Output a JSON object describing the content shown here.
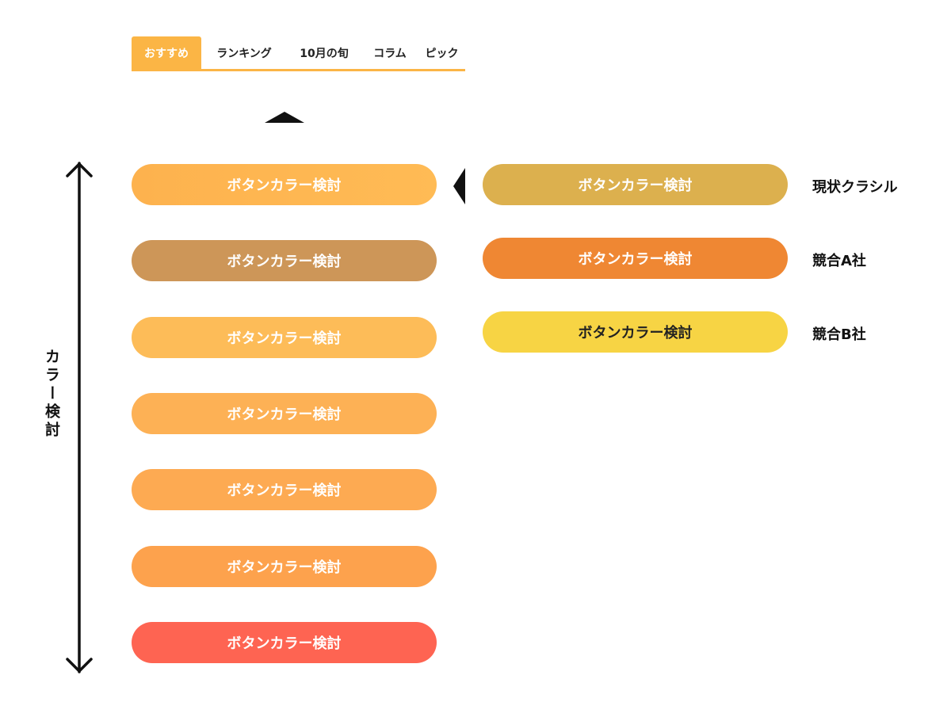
{
  "nav": {
    "tabs": [
      {
        "label": "おすすめ",
        "active": true
      },
      {
        "label": "ランキング",
        "active": false
      },
      {
        "label": "10月の旬",
        "active": false
      },
      {
        "label": "コラム",
        "active": false
      },
      {
        "label": "ピック",
        "active": false
      }
    ],
    "accent_color": "#FBB545"
  },
  "axis_label": "カラー検討",
  "candidates": [
    {
      "label": "ボタンカラー検討",
      "color": "#FDB24E",
      "color_to": "#FFBB55"
    },
    {
      "label": "ボタンカラー検討",
      "color": "#CD9658"
    },
    {
      "label": "ボタンカラー検討",
      "color": "#FDBC58"
    },
    {
      "label": "ボタンカラー検討",
      "color": "#FDB155"
    },
    {
      "label": "ボタンカラー検討",
      "color": "#FDAA52"
    },
    {
      "label": "ボタンカラー検討",
      "color": "#FDA24D"
    },
    {
      "label": "ボタンカラー検討",
      "color": "#FE6452"
    }
  ],
  "references": [
    {
      "label": "ボタンカラー検討",
      "color": "#DCB04E",
      "text_color": "#ffffff",
      "name": "現状クラシル"
    },
    {
      "label": "ボタンカラー検討",
      "color": "#EF8733",
      "text_color": "#ffffff",
      "name": "競合A社"
    },
    {
      "label": "ボタンカラー検討",
      "color": "#F7D444",
      "text_color": "#222222",
      "name": "競合B社"
    }
  ]
}
